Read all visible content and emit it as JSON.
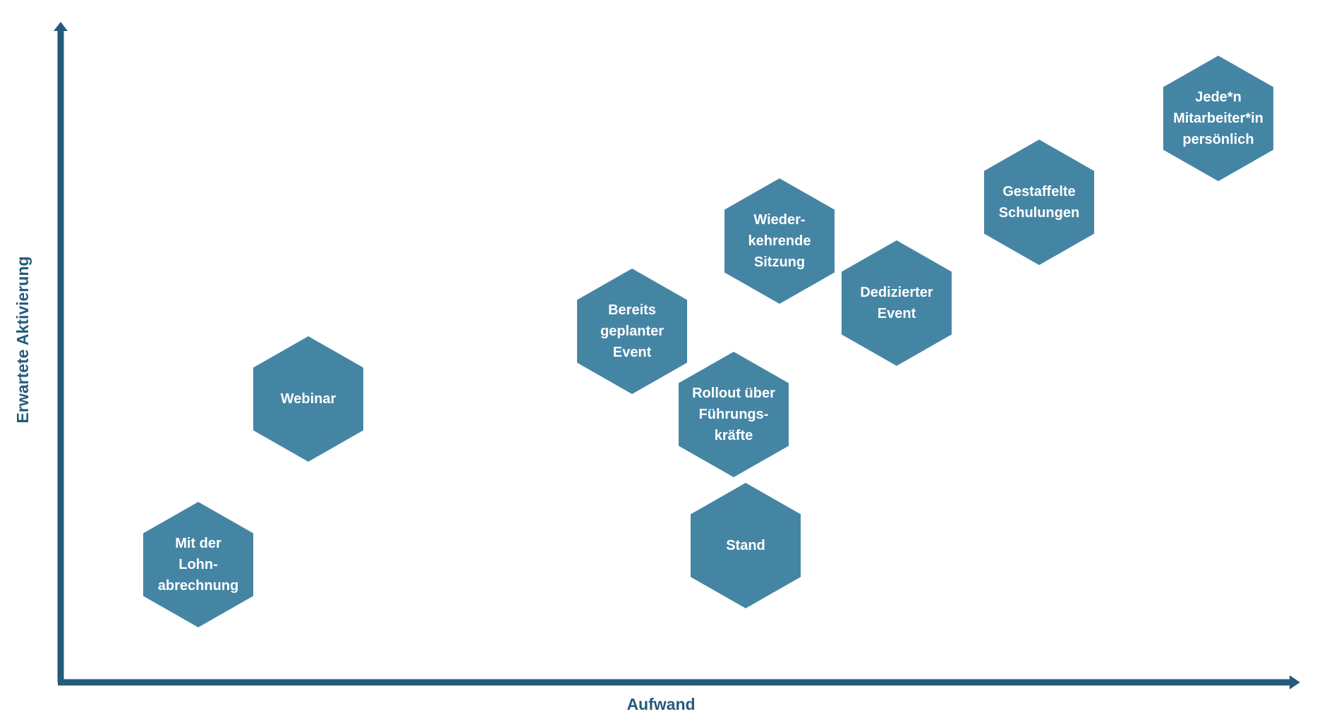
{
  "axes": {
    "x_label": "Aufwand",
    "y_label": "Erwartete Aktivierung"
  },
  "colors": {
    "axis": "#245b7b",
    "hexagon": "#4585a4",
    "hexagon_text": "#ffffff"
  },
  "items": [
    {
      "id": "mit-der-lohnabrechnung",
      "lines": [
        "Mit der",
        "Lohn-",
        "abrechnung"
      ]
    },
    {
      "id": "webinar",
      "lines": [
        "Webinar"
      ]
    },
    {
      "id": "bereits-geplanter-event",
      "lines": [
        "Bereits",
        "geplanter",
        "Event"
      ]
    },
    {
      "id": "rollout-ueber-fuehrungskraefte",
      "lines": [
        "Rollout über",
        "Führungs-",
        "kräfte"
      ]
    },
    {
      "id": "stand",
      "lines": [
        "Stand"
      ]
    },
    {
      "id": "wiederkehrende-sitzung",
      "lines": [
        "Wieder-",
        "kehrende",
        "Sitzung"
      ]
    },
    {
      "id": "dedizierter-event",
      "lines": [
        "Dedizierter",
        "Event"
      ]
    },
    {
      "id": "gestaffelte-schulungen",
      "lines": [
        "Gestaffelte",
        "Schulungen"
      ]
    },
    {
      "id": "jeden-mitarbeiterin-persoenlich",
      "lines": [
        "Jede*n",
        "Mitarbeiter*in",
        "persönlich"
      ]
    }
  ]
}
